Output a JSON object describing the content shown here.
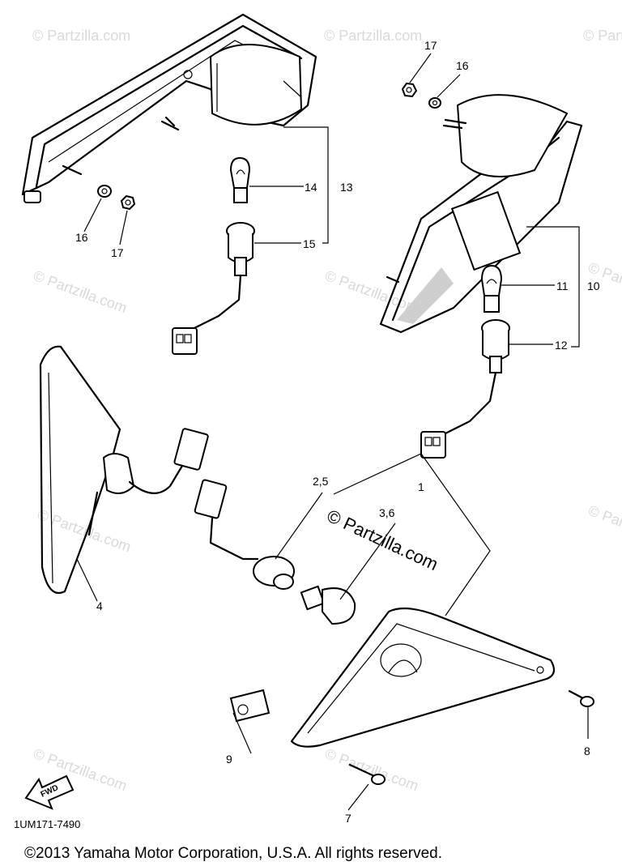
{
  "watermark": {
    "text": "© Partzilla.com",
    "main_text": "© Partzilla.com"
  },
  "callouts": [
    {
      "id": "c1",
      "label": "1"
    },
    {
      "id": "c25",
      "label": "2,5"
    },
    {
      "id": "c36",
      "label": "3,6"
    },
    {
      "id": "c4",
      "label": "4"
    },
    {
      "id": "c7",
      "label": "7"
    },
    {
      "id": "c8",
      "label": "8"
    },
    {
      "id": "c9",
      "label": "9"
    },
    {
      "id": "c10",
      "label": "10"
    },
    {
      "id": "c11",
      "label": "11"
    },
    {
      "id": "c12",
      "label": "12"
    },
    {
      "id": "c13",
      "label": "13"
    },
    {
      "id": "c14",
      "label": "14"
    },
    {
      "id": "c15",
      "label": "15"
    },
    {
      "id": "c16a",
      "label": "16"
    },
    {
      "id": "c17a",
      "label": "17"
    },
    {
      "id": "c16b",
      "label": "16"
    },
    {
      "id": "c17b",
      "label": "17"
    }
  ],
  "fwd_arrow_label": "FWD",
  "diagram_code": "1UM171-7490",
  "copyright": "©2013 Yamaha Motor Corporation, U.S.A. All rights reserved."
}
